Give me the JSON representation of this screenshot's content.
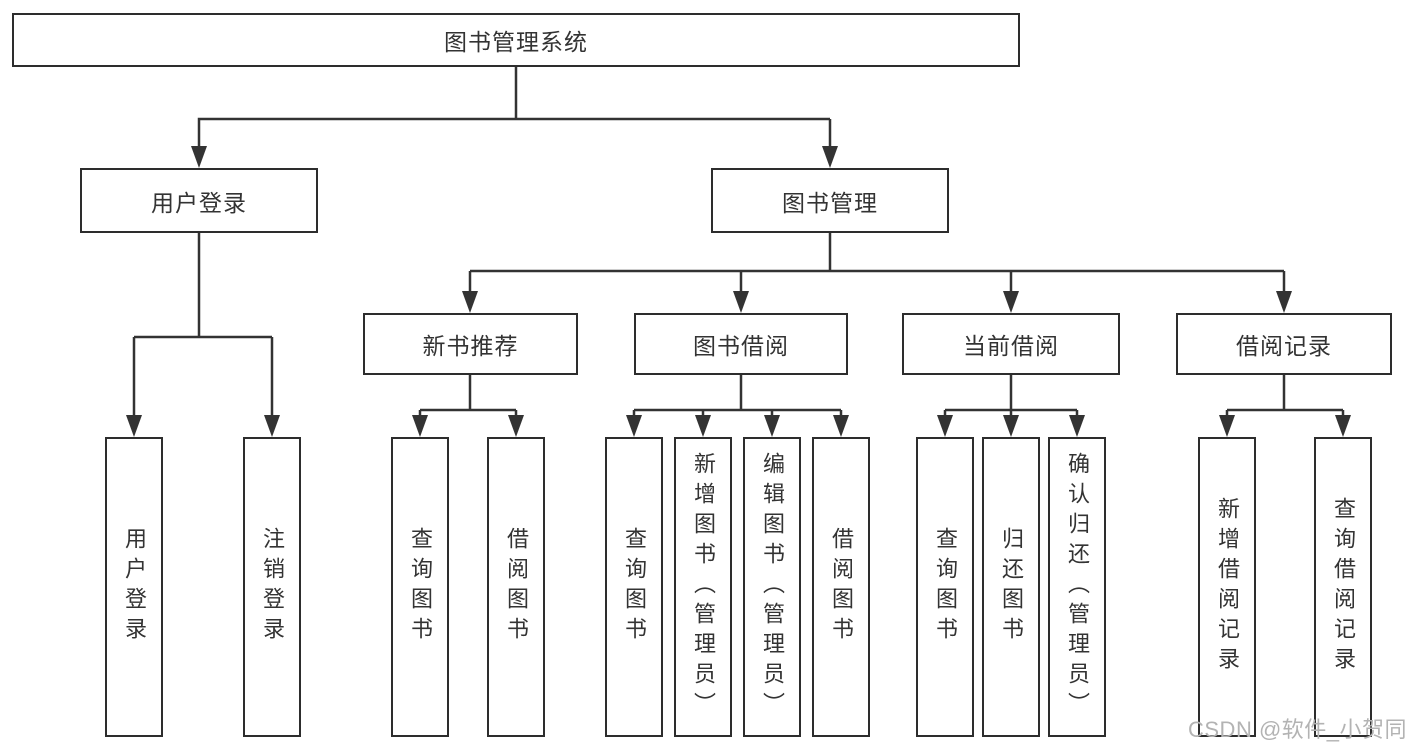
{
  "tree": {
    "label": "图书管理系统",
    "children": [
      {
        "label": "用户登录",
        "children": [
          {
            "label": "用户登录"
          },
          {
            "label": "注销登录"
          }
        ]
      },
      {
        "label": "图书管理",
        "children": [
          {
            "label": "新书推荐",
            "children": [
              {
                "label": "查询图书"
              },
              {
                "label": "借阅图书"
              }
            ]
          },
          {
            "label": "图书借阅",
            "children": [
              {
                "label": "查询图书"
              },
              {
                "label": "新增图书（管理员）"
              },
              {
                "label": "编辑图书（管理员）"
              },
              {
                "label": "借阅图书"
              }
            ]
          },
          {
            "label": "当前借阅",
            "children": [
              {
                "label": "查询图书"
              },
              {
                "label": "归还图书"
              },
              {
                "label": "确认归还（管理员）"
              }
            ]
          },
          {
            "label": "借阅记录",
            "children": [
              {
                "label": "新增借阅记录"
              },
              {
                "label": "查询借阅记录"
              }
            ]
          }
        ]
      }
    ]
  },
  "watermark": {
    "text": "CSDN @软件_小贺同学"
  },
  "colors": {
    "line": "#333333",
    "box_border": "#2d2d2d",
    "text": "#333333",
    "background": "#ffffff",
    "watermark": "#b3b3b3"
  }
}
